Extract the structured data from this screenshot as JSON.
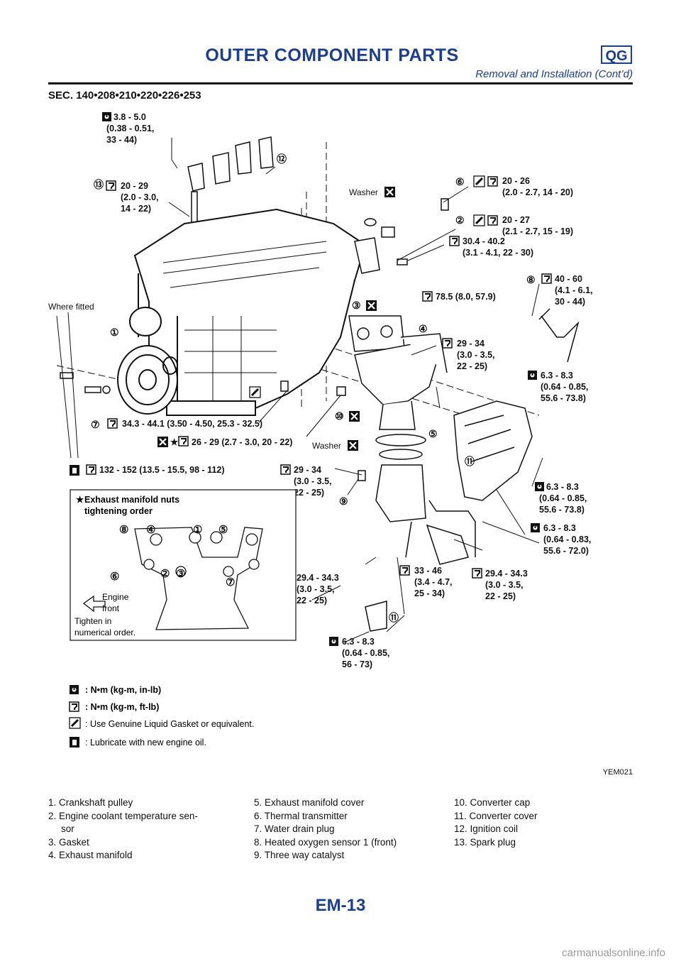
{
  "header": {
    "title": "OUTER COMPONENT PARTS",
    "badge": "QG",
    "subtitle": "Removal and Installation (Cont’d)"
  },
  "section": "SEC. 140•208•210•220•226•253",
  "figure": {
    "id": "YEM021",
    "torques": {
      "t1": [
        "3.8 - 5.0",
        "(0.38 - 0.51,",
        "33 - 44)"
      ],
      "t2": [
        "20 - 29",
        "(2.0 - 3.0,",
        "14 - 22)"
      ],
      "t3": [
        "20 - 26",
        "(2.0 - 2.7, 14 - 20)"
      ],
      "t4": [
        "20 - 27",
        "(2.1 - 2.7, 15 - 19)"
      ],
      "t5": [
        "30.4 - 40.2",
        "(3.1 - 4.1, 22 - 30)"
      ],
      "t6": [
        "40 - 60",
        "(4.1 - 6.1,",
        "30 - 44)"
      ],
      "t7": [
        "78.5 (8.0, 57.9)"
      ],
      "t8": [
        "29 - 34",
        "(3.0 - 3.5,",
        "22 - 25)"
      ],
      "t9": [
        "6.3 - 8.3",
        "(0.64 - 0.85,",
        "55.6 - 73.8)"
      ],
      "t10": [
        "34.3 - 44.1 (3.50 - 4.50, 25.3 - 32.5)"
      ],
      "t11": [
        "26 - 29 (2.7 - 3.0, 20 - 22)"
      ],
      "t12": [
        "132 - 152 (13.5 - 15.5, 98 - 112)"
      ],
      "t13": [
        "29 - 34",
        "(3.0 - 3.5,",
        "22 - 25)"
      ],
      "t14": [
        "6.3 - 8.3",
        "(0.64 - 0.85,",
        "55.6 - 73.8)"
      ],
      "t15": [
        "6.3 - 8.3",
        "(0.64 - 0.83,",
        "55.6 - 72.0)"
      ],
      "t16": [
        "29.4 - 34.3",
        "(3.0 - 3.5,",
        "22 - 25)"
      ],
      "t17": [
        "33 - 46",
        "(3.4 - 4.7,",
        "25 - 34)"
      ],
      "t18": [
        "29.4 - 34.3",
        "(3.0 - 3.5,",
        "22 - 25)"
      ],
      "t19": [
        "6.3 - 8.3",
        "(0.64 - 0.85,",
        "56 - 73)"
      ]
    },
    "labels": {
      "washer": "Washer",
      "where_fitted": "Where fitted",
      "order_title_1": "Exhaust manifold nuts",
      "order_title_2": "tightening order",
      "engine_front_1": "Engine",
      "engine_front_2": "front",
      "tighten_1": "Tighten in",
      "tighten_2": "numerical order."
    },
    "legend": [
      ": N•m (kg-m, in-lb)",
      ": N•m (kg-m, ft-lb)",
      ": Use Genuine Liquid Gasket or equivalent.",
      ": Lubricate with new engine oil."
    ]
  },
  "parts": {
    "col1": [
      "1. Crankshaft pulley",
      "2. Engine coolant temperature sen-",
      "sor",
      "3. Gasket",
      "4. Exhaust manifold"
    ],
    "col2": [
      "5. Exhaust manifold cover",
      "6. Thermal transmitter",
      "7. Water drain plug",
      "8. Heated oxygen sensor 1 (front)",
      "9. Three way catalyst"
    ],
    "col3": [
      "10. Converter cap",
      "11. Converter cover",
      "12. Ignition coil",
      "13. Spark plug"
    ]
  },
  "page_number": "EM-13",
  "watermark": "carmanualsonline.info"
}
